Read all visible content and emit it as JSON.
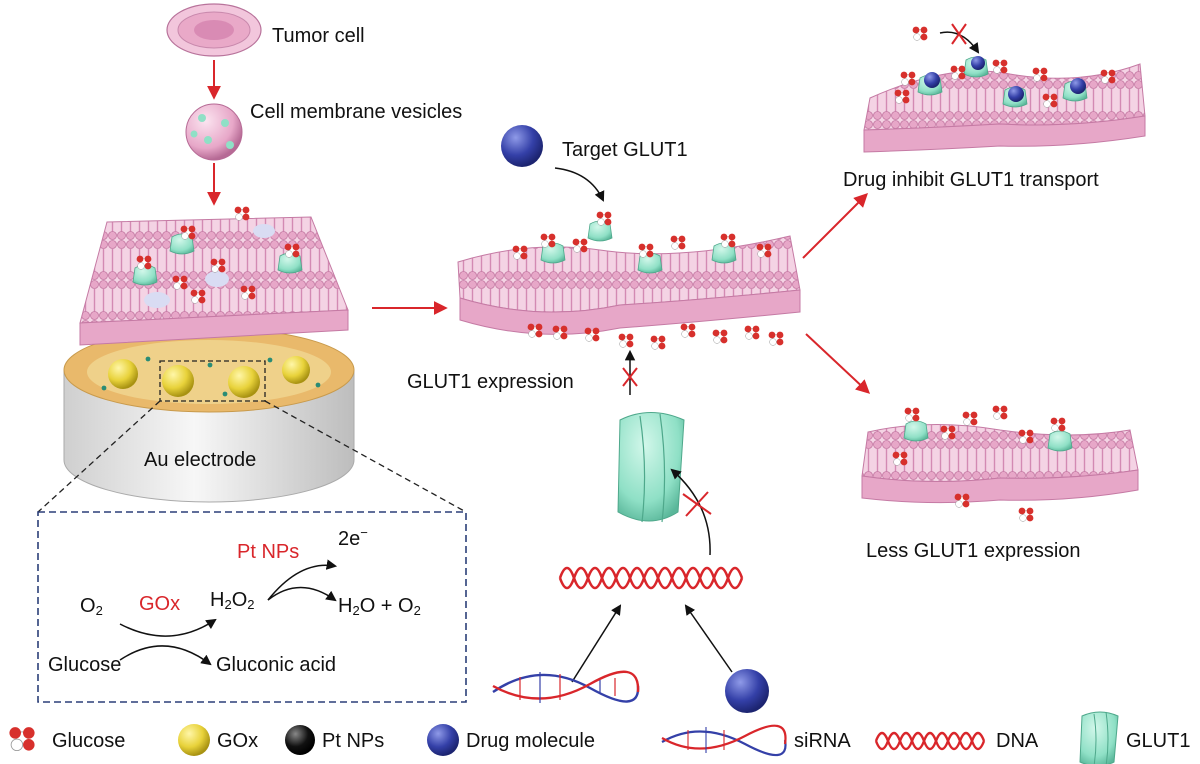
{
  "labels": {
    "tumor_cell": "Tumor cell",
    "cell_membrane_vesicles": "Cell membrane vesicles",
    "target_glut1": "Target GLUT1",
    "drug_inhibit": "Drug inhibit GLUT1 transport",
    "glut1_expression": "GLUT1 expression",
    "less_glut1": "Less GLUT1 expression",
    "au_electrode": "Au electrode"
  },
  "reaction": {
    "o2": "O",
    "o2_sub": "2",
    "gox": "GOx",
    "h2o2_a": "H",
    "h2o2_sub1": "2",
    "h2o2_b": "O",
    "h2o2_sub2": "2",
    "pt_nps": "Pt NPs",
    "electrons": "2e",
    "electrons_sup": "−",
    "h2o_o2_a": "H",
    "h2o_o2_sub1": "2",
    "h2o_o2_b": "O + O",
    "h2o_o2_sub2": "2",
    "glucose": "Glucose",
    "gluconic_acid": "Gluconic acid"
  },
  "legend": {
    "glucose": "Glucose",
    "gox": "GOx",
    "pt_nps": "Pt NPs",
    "drug_molecule": "Drug molecule",
    "sirna": "siRNA",
    "dna": "DNA",
    "glut1": "GLUT1"
  },
  "colors": {
    "arrow_red": "#d9262b",
    "membrane_pink": "#e7a7c8",
    "membrane_dark": "#c57aa4",
    "glut1_teal": "#8fe0c6",
    "drug_blue": "#3440a8",
    "gox_yellow": "#e8d23a",
    "glucose_red": "#d7302c",
    "electrode_gray": "#e6e6e6"
  }
}
